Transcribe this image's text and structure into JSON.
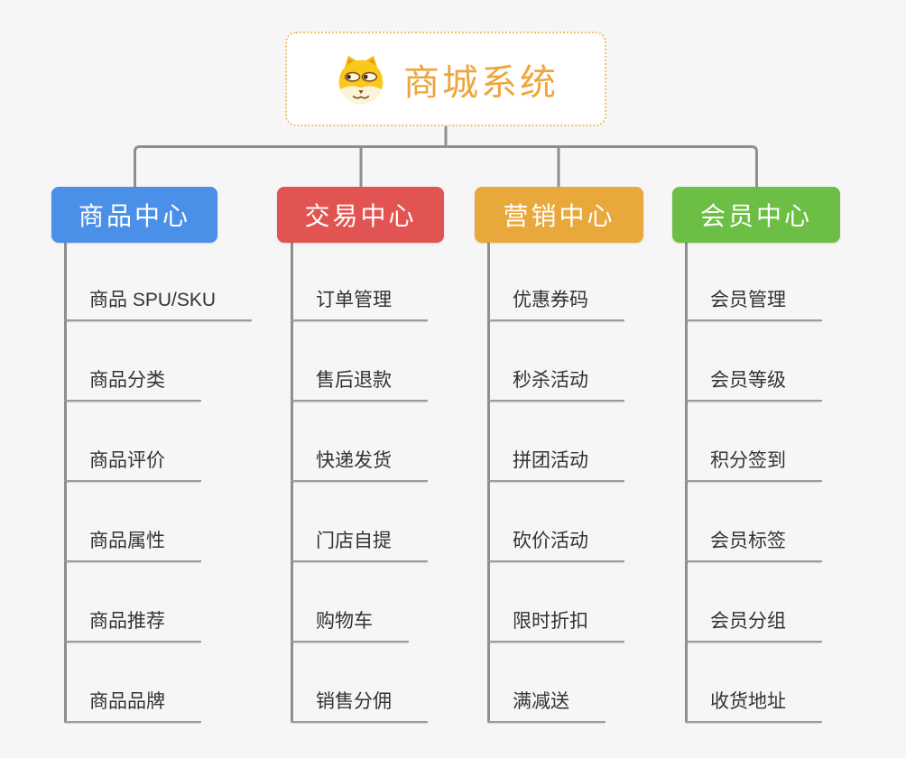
{
  "root": {
    "label": "商城系统",
    "icon": "shiba-dog-icon"
  },
  "branches": [
    {
      "label": "商品中心",
      "color": "#4a90e9",
      "children": [
        "商品 SPU/SKU",
        "商品分类",
        "商品评价",
        "商品属性",
        "商品推荐",
        "商品品牌"
      ]
    },
    {
      "label": "交易中心",
      "color": "#e25451",
      "children": [
        "订单管理",
        "售后退款",
        "快递发货",
        "门店自提",
        "购物车",
        "销售分佣"
      ]
    },
    {
      "label": "营销中心",
      "color": "#e9a83c",
      "children": [
        "优惠券码",
        "秒杀活动",
        "拼团活动",
        "砍价活动",
        "限时折扣",
        "满减送"
      ]
    },
    {
      "label": "会员中心",
      "color": "#6dbe45",
      "children": [
        "会员管理",
        "会员等级",
        "积分签到",
        "会员标签",
        "会员分组",
        "收货地址"
      ]
    }
  ],
  "colors": {
    "background": "#f6f6f6",
    "connector": "#8f8f8f",
    "child_underline": "#9b9b9b",
    "child_text": "#333333",
    "root_text": "#efa53c",
    "root_border": "#f1be6b",
    "branch_text": "#ffffff"
  }
}
